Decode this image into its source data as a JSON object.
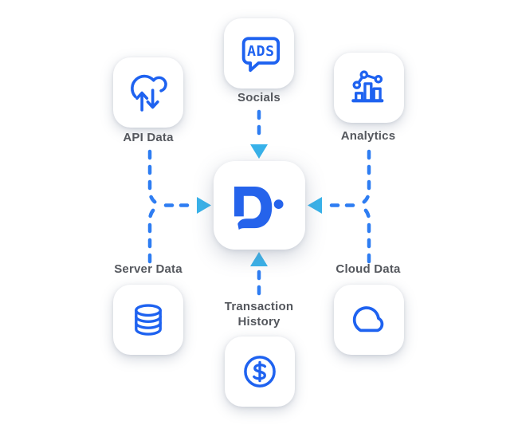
{
  "diagram": {
    "hub": {
      "icon": "d-dot-logo-icon"
    },
    "nodes": [
      {
        "id": "socials",
        "label": "Socials",
        "icon": "ads-speech-bubble-icon",
        "icon_text": "ADS",
        "position": "top-center"
      },
      {
        "id": "api-data",
        "label": "API Data",
        "icon": "cloud-sync-arrows-icon",
        "position": "top-left"
      },
      {
        "id": "analytics",
        "label": "Analytics",
        "icon": "bar-line-chart-icon",
        "position": "top-right"
      },
      {
        "id": "server-data",
        "label": "Server Data",
        "icon": "database-icon",
        "position": "bottom-left"
      },
      {
        "id": "transaction-history",
        "label": "Transaction History",
        "icon": "dollar-circle-icon",
        "position": "bottom-center"
      },
      {
        "id": "cloud-data",
        "label": "Cloud Data",
        "icon": "cloud-icon",
        "position": "bottom-right"
      }
    ],
    "connections": [
      {
        "from": "socials",
        "to": "hub",
        "direction": "down"
      },
      {
        "from": "api-data",
        "to": "hub",
        "direction": "down-then-right"
      },
      {
        "from": "server-data",
        "to": "hub",
        "direction": "up-then-right"
      },
      {
        "from": "analytics",
        "to": "hub",
        "direction": "down-then-left"
      },
      {
        "from": "cloud-data",
        "to": "hub",
        "direction": "up-then-left"
      },
      {
        "from": "transaction-history",
        "to": "hub",
        "direction": "up"
      }
    ],
    "colors": {
      "icon_blue": "#1e62f0",
      "logo_blue": "#2563eb",
      "dash_blue": "#2e7df2",
      "arrowhead_cyan": "#38b2ea",
      "label_gray": "#54575d",
      "tile_background": "#ffffff"
    }
  }
}
